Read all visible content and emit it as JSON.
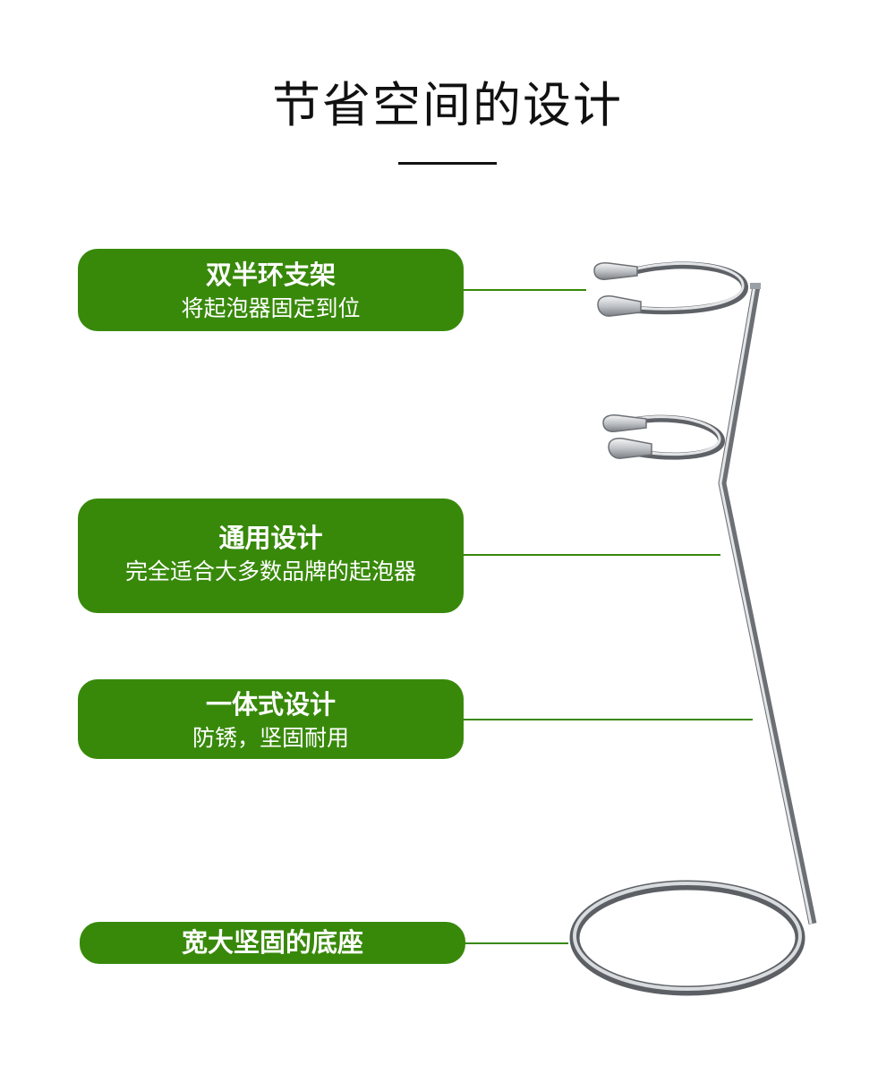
{
  "page": {
    "title": "节省空间的设计",
    "accent_color": "#38890a",
    "metal_color": "#8c9096"
  },
  "features": [
    {
      "heading": "双半环支架",
      "description": "将起泡器固定到位"
    },
    {
      "heading": "通用设计",
      "description": "完全适合大多数品牌的起泡器"
    },
    {
      "heading": "一体式设计",
      "description": "防锈，坚固耐用"
    },
    {
      "heading": "宽大坚固的底座"
    }
  ],
  "product": {
    "icon": "frother-stand-image"
  }
}
